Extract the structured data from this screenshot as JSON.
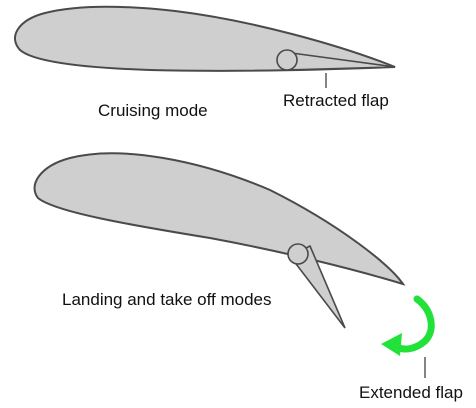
{
  "labels": {
    "cruising_mode": "Cruising mode",
    "retracted_flap": "Retracted flap",
    "landing_modes": "Landing and take off modes",
    "extended_flap": "Extended flap"
  },
  "colors": {
    "wing_fill": "#cfcfcf",
    "wing_stroke": "#4a4a4a",
    "arrow": "#22e23a"
  },
  "icons": {
    "rotation_arrow": "curved-arrow-icon"
  }
}
